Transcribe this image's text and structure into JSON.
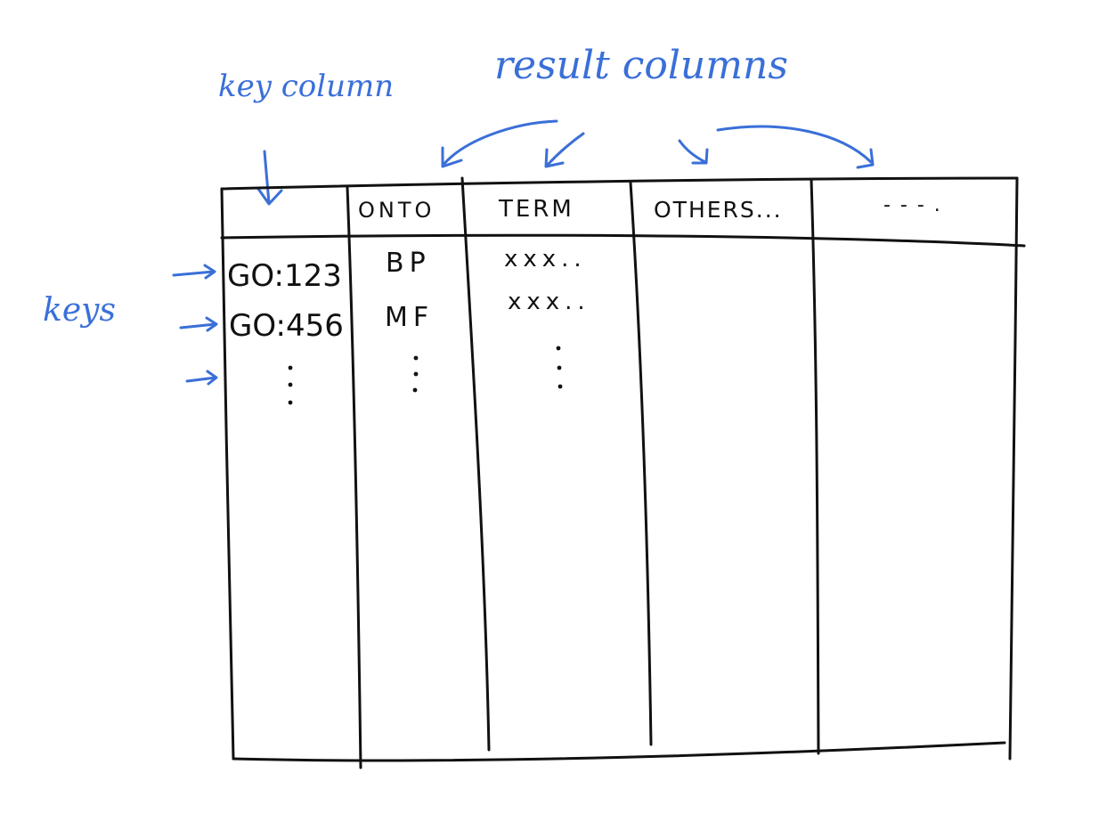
{
  "annotations": {
    "key_column": "key column",
    "result_columns": "result columns",
    "keys": "keys"
  },
  "table": {
    "headers": [
      "",
      "ONTO",
      "TERM",
      "OTHERS...",
      "- - - ."
    ],
    "rows": [
      [
        "GO:123",
        "BP",
        "xxx.."
      ],
      [
        "GO:456",
        "MF",
        "xxx.."
      ]
    ]
  },
  "colors": {
    "ink": "#111111",
    "annotation": "#3a6fd8"
  }
}
